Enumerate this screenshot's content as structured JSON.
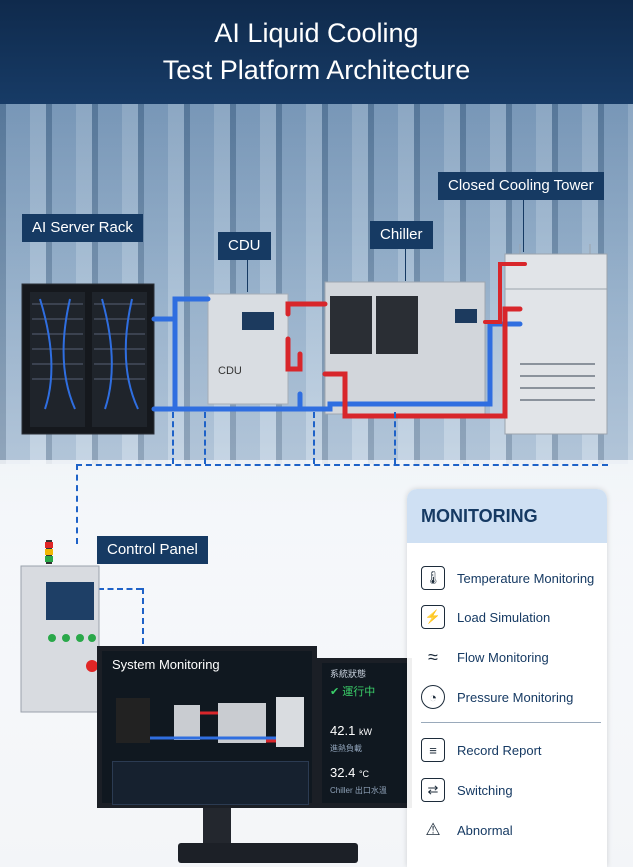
{
  "header": {
    "title_line1": "AI Liquid Cooling",
    "title_line2": "Test Platform Architecture"
  },
  "labels": {
    "server_rack": "AI Server Rack",
    "cdu": "CDU",
    "chiller": "Chiller",
    "cooling_tower": "Closed Cooling Tower",
    "control_panel": "Control Panel"
  },
  "cdu_unit": {
    "brand": "CDU"
  },
  "screen": {
    "title": "System Monitoring",
    "status_label": "系統狀態",
    "status_value": "運行中",
    "metric1_value": "42.1",
    "metric1_unit": "kW",
    "metric1_label": "進熱負載",
    "metric2_value": "32.4",
    "metric2_unit": "°C",
    "metric2_label": "Chiller 出口水溫"
  },
  "monitoring": {
    "title": "MONITORING",
    "items": [
      {
        "label": "Temperature Monitoring",
        "icon": "thermometer-icon"
      },
      {
        "label": "Load Simulation",
        "icon": "bolt-icon"
      },
      {
        "label": "Flow Monitoring",
        "icon": "waves-icon"
      },
      {
        "label": "Pressure Monitoring",
        "icon": "gauge-icon"
      },
      {
        "label": "Record Report",
        "icon": "report-icon"
      },
      {
        "label": "Switching",
        "icon": "switch-icon"
      },
      {
        "label": "Abnormal",
        "icon": "warning-icon"
      }
    ]
  },
  "colors": {
    "supply_pipe": "#2f6ee0",
    "return_pipe": "#d8262b",
    "label_bg": "#163a63",
    "accent": "#1e62c8"
  }
}
